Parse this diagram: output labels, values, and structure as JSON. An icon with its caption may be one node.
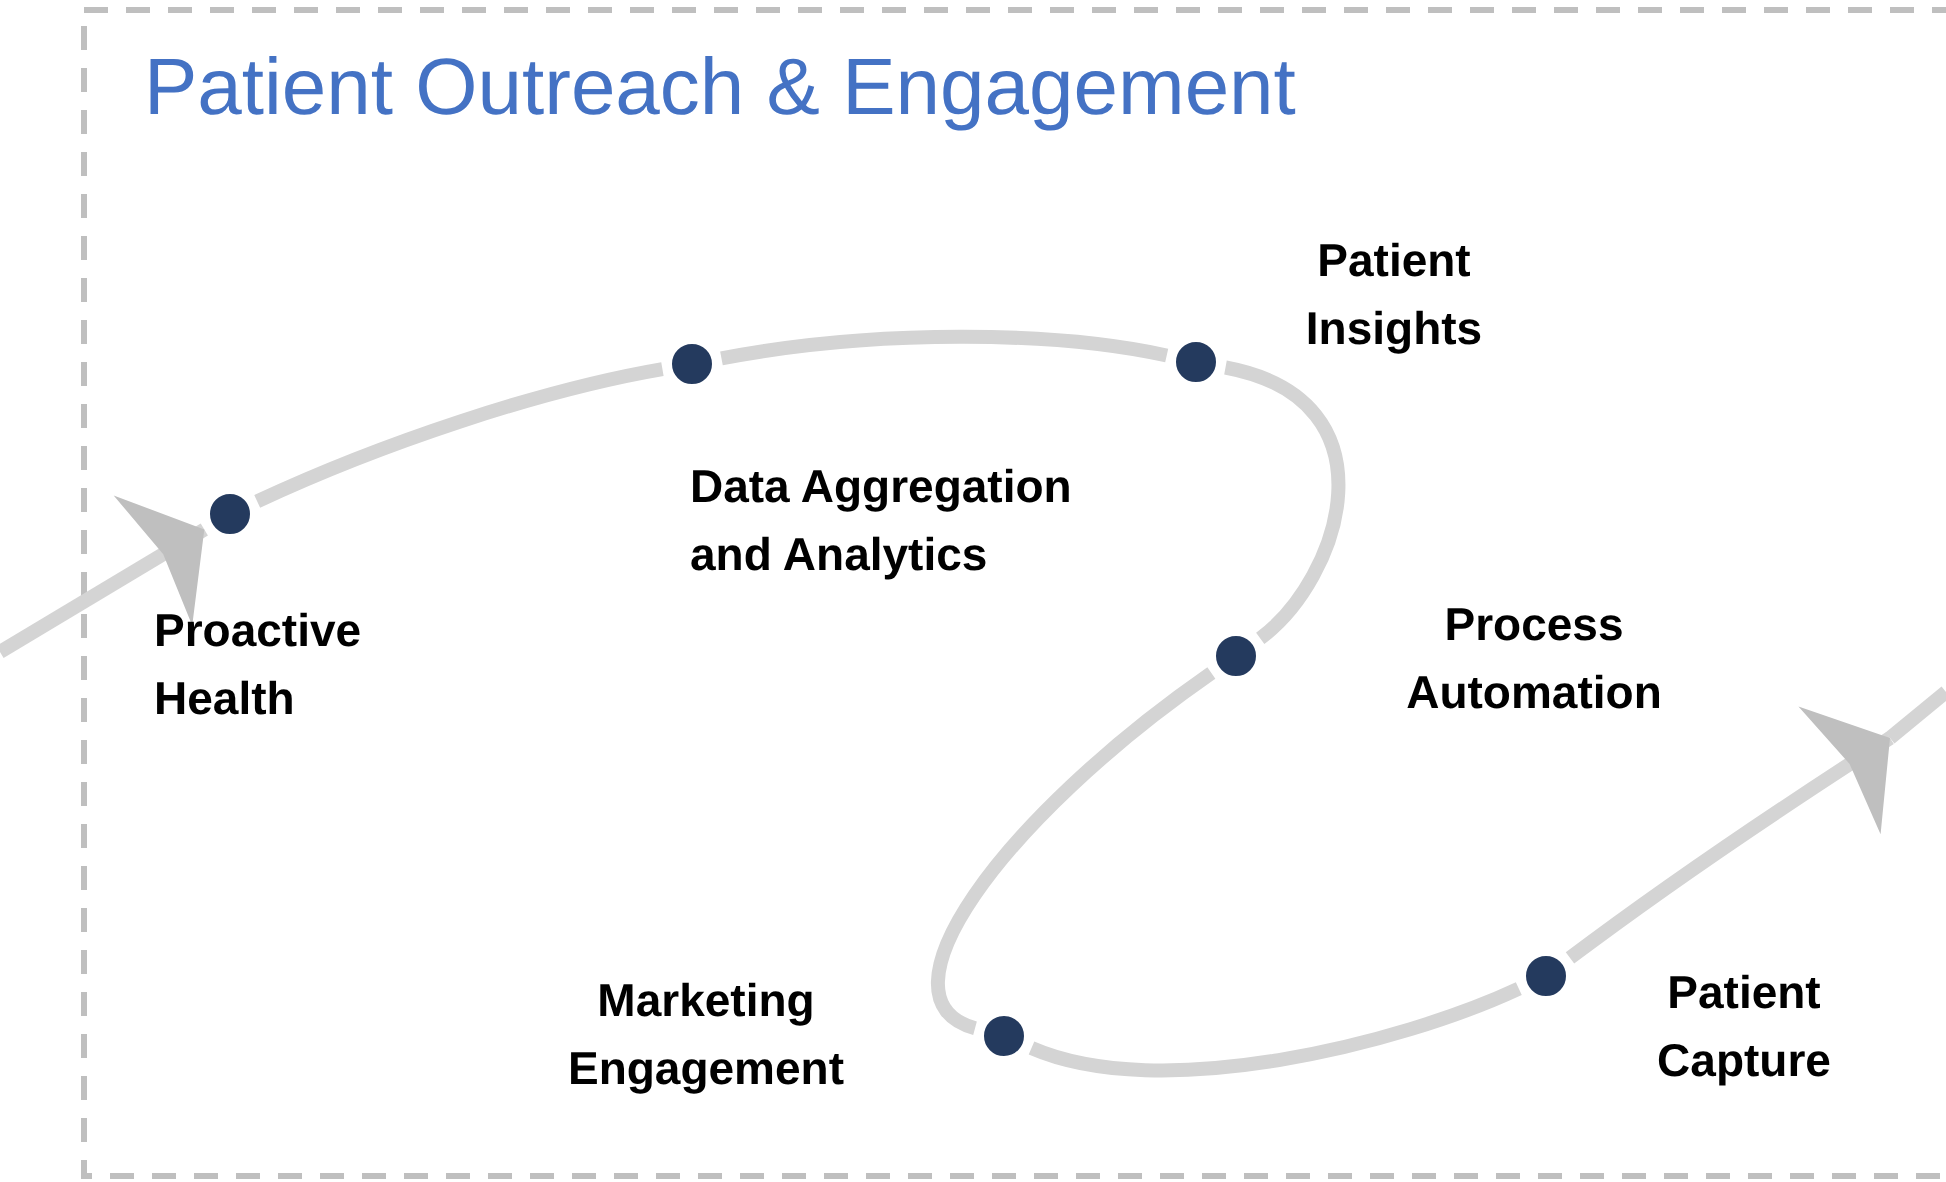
{
  "diagram": {
    "title": "Patient Outreach & Engagement",
    "nodes": [
      {
        "text": [],
        "shape": "circle",
        "beside": [
          "Proactive Health"
        ]
      },
      {
        "text": [],
        "shape": "circle",
        "beside": [
          "Data Aggregation and Analytics"
        ]
      },
      {
        "text": [],
        "shape": "circle",
        "beside": [
          "Patient Insights"
        ]
      },
      {
        "text": [],
        "shape": "circle",
        "beside": [
          "Process Automation"
        ]
      },
      {
        "text": [],
        "shape": "circle",
        "beside": [
          "Marketing Engagement"
        ]
      },
      {
        "text": [],
        "shape": "circle",
        "beside": [
          "Patient Capture"
        ]
      }
    ],
    "edges": [
      {
        "from": null,
        "to": 0,
        "arrow": "to"
      },
      {
        "from": 0,
        "to": 1,
        "arrow": "none"
      },
      {
        "from": 1,
        "to": 2,
        "arrow": "none"
      },
      {
        "from": 2,
        "to": 3,
        "arrow": "none"
      },
      {
        "from": 3,
        "to": 4,
        "arrow": "none"
      },
      {
        "from": 4,
        "to": 5,
        "arrow": "none"
      },
      {
        "from": 5,
        "to": null,
        "arrow": "to"
      }
    ]
  }
}
